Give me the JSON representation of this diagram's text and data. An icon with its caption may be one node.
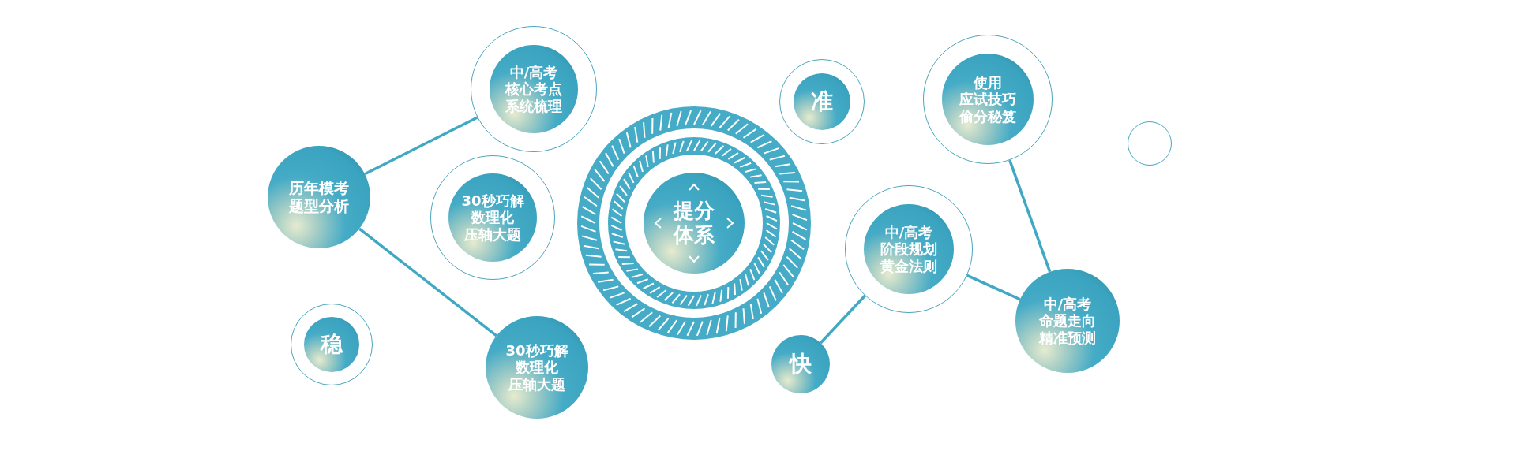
{
  "diagram": {
    "nodes": [
      {
        "text": [
          "历年模考题型分析"
        ]
      },
      {
        "text": [
          "中/高考核心考点系统梳理"
        ]
      },
      {
        "text": [
          "30秒巧解数理化压轴大题"
        ]
      },
      {
        "text": [
          "稳"
        ]
      },
      {
        "text": [
          "30秒巧解数理化压轴大题"
        ]
      },
      {
        "text": [
          "提分体系"
        ]
      },
      {
        "text": [
          "准"
        ]
      },
      {
        "text": [
          "快"
        ]
      },
      {
        "text": [
          "中/高考阶段规划黄金法则"
        ]
      },
      {
        "text": [
          "使用应试技巧偷分秘笈"
        ]
      },
      {
        "text": [
          "中/高考命题走向精准预测"
        ]
      },
      {
        "text": [],
        "shape": "circle"
      }
    ],
    "edges": [
      {
        "from": 0,
        "to": 1,
        "arrow": "none"
      },
      {
        "from": 0,
        "to": 4,
        "arrow": "none"
      },
      {
        "from": 7,
        "to": 8,
        "arrow": "none"
      },
      {
        "from": 8,
        "to": 10,
        "arrow": "none"
      },
      {
        "from": 9,
        "to": 10,
        "arrow": "none"
      }
    ]
  }
}
